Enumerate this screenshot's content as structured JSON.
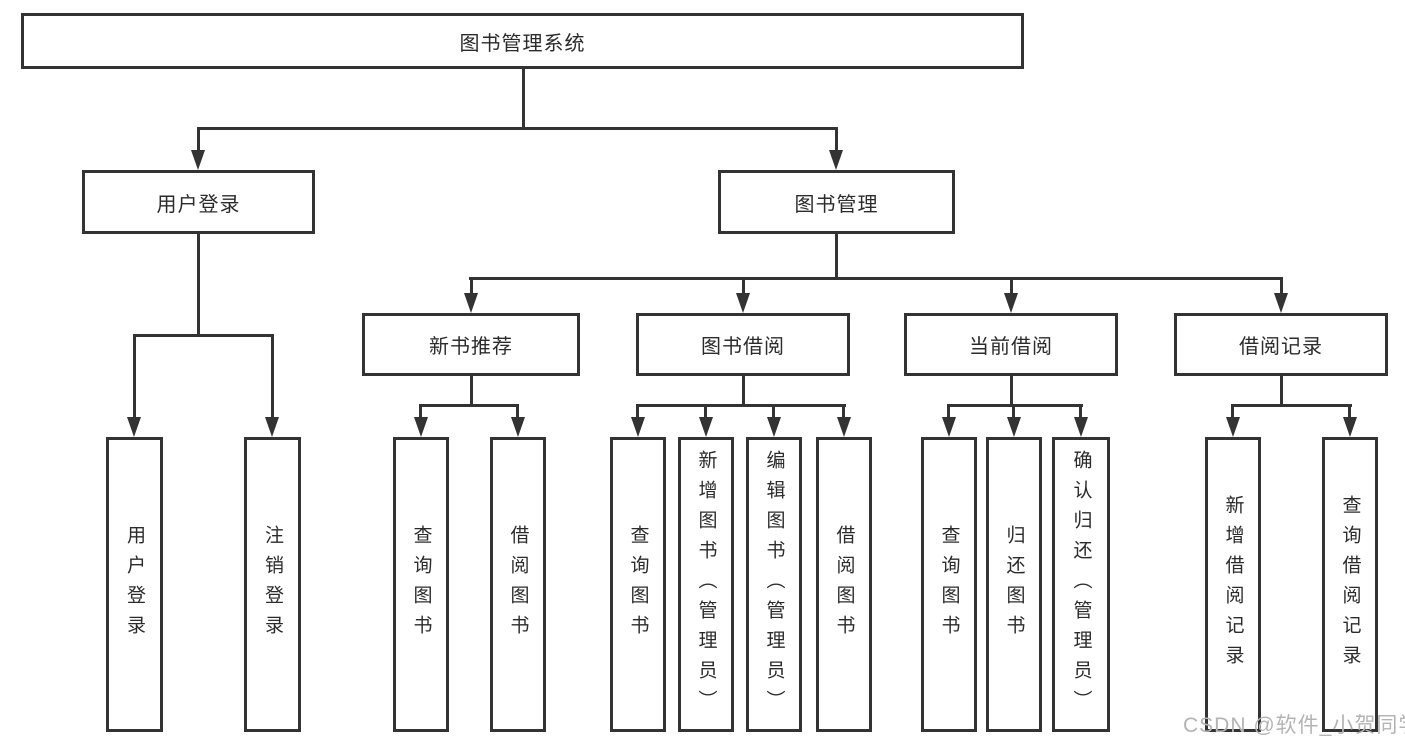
{
  "colors": {
    "line": "#333333",
    "box_border": "#333333",
    "box_background": "#ffffff",
    "text": "#2b2b2b",
    "watermark": "#b4b4b4",
    "page_background": "#ffffff"
  },
  "watermark": {
    "text": "CSDN @软件_小贺同学"
  },
  "tree": {
    "label": "图书管理系统",
    "children": [
      {
        "label": "用户登录",
        "children": [
          {
            "label": "用户登录"
          },
          {
            "label": "注销登录"
          }
        ]
      },
      {
        "label": "图书管理",
        "children": [
          {
            "label": "新书推荐",
            "children": [
              {
                "label": "查询图书"
              },
              {
                "label": "借阅图书"
              }
            ]
          },
          {
            "label": "图书借阅",
            "children": [
              {
                "label": "查询图书"
              },
              {
                "label": "新增图书（管理员）"
              },
              {
                "label": "编辑图书（管理员）"
              },
              {
                "label": "借阅图书"
              }
            ]
          },
          {
            "label": "当前借阅",
            "children": [
              {
                "label": "查询图书"
              },
              {
                "label": "归还图书"
              },
              {
                "label": "确认归还（管理员）"
              }
            ]
          },
          {
            "label": "借阅记录",
            "children": [
              {
                "label": "新增借阅记录"
              },
              {
                "label": "查询借阅记录"
              }
            ]
          }
        ]
      }
    ]
  }
}
